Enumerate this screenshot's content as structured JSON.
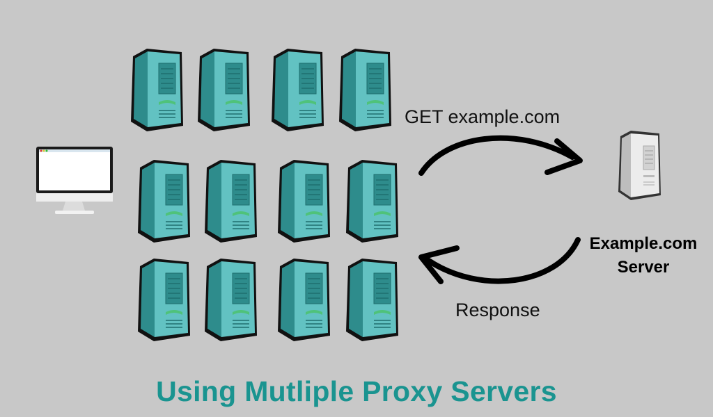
{
  "diagram": {
    "request_label": "GET example.com",
    "response_label": "Response",
    "server_name_line1": "Example.com",
    "server_name_line2": "Server",
    "title": "Using Mutliple Proxy Servers"
  },
  "colors": {
    "background": "#c8c8c8",
    "proxy_server_body": "#62c2c2",
    "proxy_server_dark": "#2e8c8c",
    "proxy_accent": "#4fc27a",
    "title": "#1a9490",
    "target_server": "#e6e6e6",
    "arrow": "#000000"
  },
  "icons": {
    "client": "desktop-computer-icon",
    "proxy": "proxy-server-icon",
    "target": "web-server-icon"
  }
}
